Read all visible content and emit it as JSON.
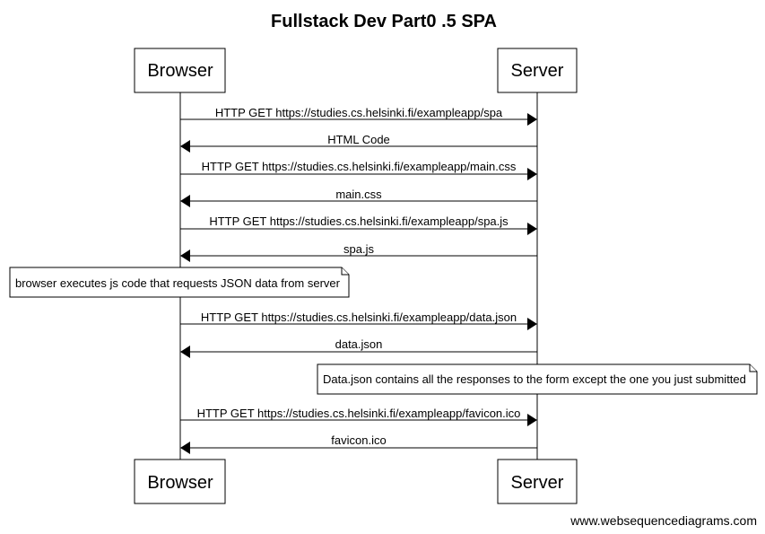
{
  "diagram": {
    "title": "Fullstack Dev Part0 .5 SPA",
    "watermark": "www.websequencediagrams.com",
    "actors": {
      "browser": "Browser",
      "server": "Server"
    },
    "messages": [
      {
        "label": "HTTP GET https://studies.cs.helsinki.fi/exampleapp/spa",
        "direction": "right"
      },
      {
        "label": "HTML Code",
        "direction": "left"
      },
      {
        "label": "HTTP GET https://studies.cs.helsinki.fi/exampleapp/main.css",
        "direction": "right"
      },
      {
        "label": "main.css",
        "direction": "left"
      },
      {
        "label": "HTTP GET https://studies.cs.helsinki.fi/exampleapp/spa.js",
        "direction": "right"
      },
      {
        "label": "spa.js",
        "direction": "left"
      },
      {
        "label": "HTTP GET https://studies.cs.helsinki.fi/exampleapp/data.json",
        "direction": "right"
      },
      {
        "label": "data.json",
        "direction": "left"
      },
      {
        "label": "HTTP GET https://studies.cs.helsinki.fi/exampleapp/favicon.ico",
        "direction": "right"
      },
      {
        "label": "favicon.ico",
        "direction": "left"
      }
    ],
    "notes": [
      {
        "text": "browser executes js code that requests JSON data from server"
      },
      {
        "text": "Data.json contains all the responses to the form except the one you just submitted"
      }
    ]
  }
}
